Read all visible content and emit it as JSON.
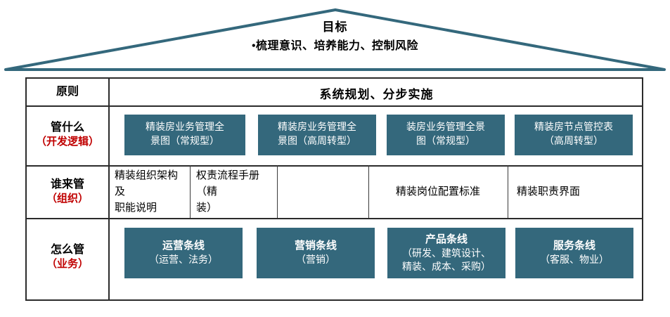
{
  "roof": {
    "title": "目标",
    "subtitle": "•梳理意识、培养能力、控制风险",
    "stroke_color": "#34687c"
  },
  "table": {
    "accent_color": "#34687c",
    "label_accent_color": "#c00000",
    "border_color": "#2b2b2b",
    "header": {
      "label": "原则",
      "title": "系统规划、分步实施"
    },
    "rows": [
      {
        "label": "管什么",
        "sublabel": "（开发逻辑）",
        "style": "teal",
        "cells": [
          {
            "lines": [
              "精装房业务管理全",
              "景图（常规型）"
            ]
          },
          {
            "lines": [
              "精装房业务管理全",
              "景图（高周转型）"
            ]
          },
          {
            "lines": [
              "装房业务管理全景",
              "图（常规型）"
            ]
          },
          {
            "lines": [
              "精装房节点管控表",
              "（高周转型）"
            ]
          }
        ]
      },
      {
        "label": "谁来管",
        "sublabel": "（组织）",
        "style": "plain",
        "cells": [
          {
            "lines": [
              "精装组织架构及",
              "职能说明"
            ]
          },
          {
            "lines": [
              "权责流程手册（精",
              "装）"
            ]
          },
          {
            "lines": [
              "精装岗位配置标准"
            ]
          },
          {
            "lines": [
              "精装职责界面"
            ]
          }
        ]
      },
      {
        "label": "怎么管",
        "sublabel": "（业务）",
        "style": "teal",
        "cells": [
          {
            "head": "运营条线",
            "body": [
              "（运营、法务）"
            ]
          },
          {
            "head": "营销条线",
            "body": [
              "（营销）"
            ]
          },
          {
            "head": "产品条线",
            "body": [
              "（研发、建筑设计、",
              "精装、成本、采购）"
            ]
          },
          {
            "head": "服务条线",
            "body": [
              "（客服、物业）"
            ]
          }
        ]
      }
    ]
  }
}
